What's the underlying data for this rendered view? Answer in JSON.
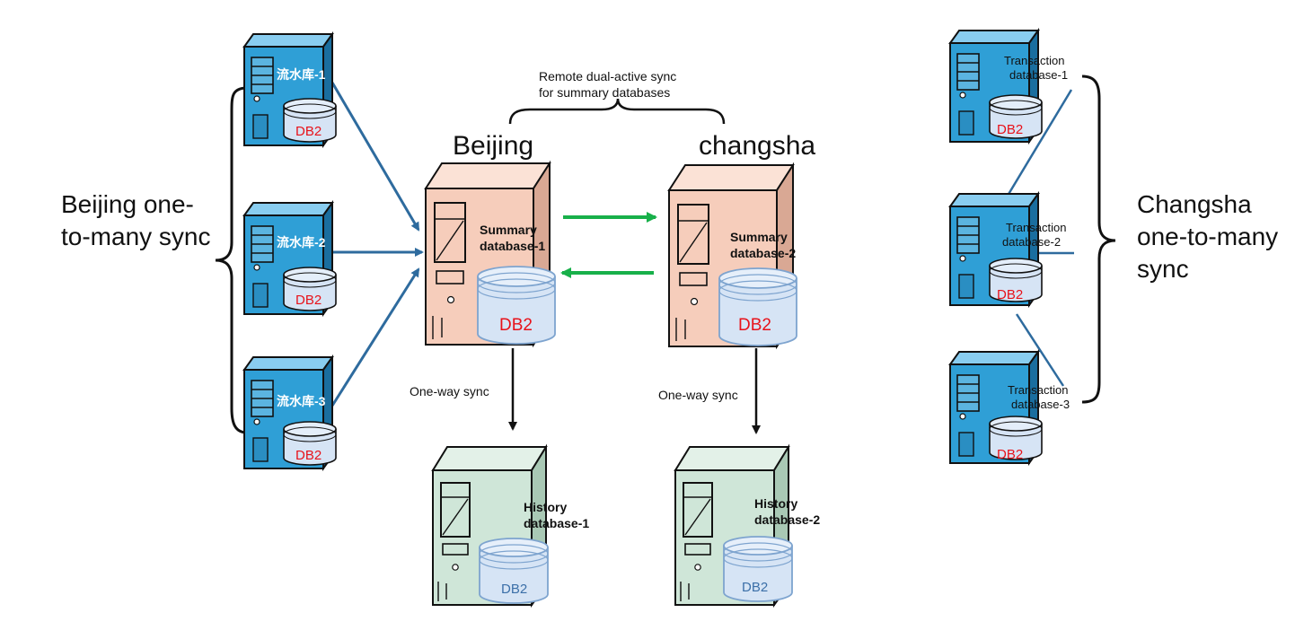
{
  "left_group": {
    "label": "Beijing one-to-many sync",
    "servers": [
      {
        "name": "流水库-1",
        "db": "DB2"
      },
      {
        "name": "流水库-2",
        "db": "DB2"
      },
      {
        "name": "流水库-3",
        "db": "DB2"
      }
    ]
  },
  "right_group": {
    "label": "Changsha one-to-many sync",
    "servers": [
      {
        "name_line1": "Transaction",
        "name_line2": "database-1",
        "db": "DB2"
      },
      {
        "name_line1": "Transaction",
        "name_line2": "database-2",
        "db": "DB2"
      },
      {
        "name_line1": "Transaction",
        "name_line2": "database-3",
        "db": "DB2"
      }
    ]
  },
  "dual_active": {
    "line1": "Remote dual-active sync",
    "line2": "for summary databases"
  },
  "sites": {
    "beijing": {
      "title": "Beijing",
      "summary_line1": "Summary",
      "summary_line2": "database-1",
      "db": "DB2",
      "one_way": "One-way sync",
      "history_line1": "History",
      "history_line2": "database-1",
      "history_db": "DB2"
    },
    "changsha": {
      "title": "changsha",
      "summary_line1": "Summary",
      "summary_line2": "database-2",
      "db": "DB2",
      "one_way": "One-way sync",
      "history_line1": "History",
      "history_line2": "database-2",
      "history_db": "DB2"
    }
  },
  "colors": {
    "blue_server": "#2f9fd6",
    "summary_server": "#f6cdbb",
    "history_server": "#cfe6d8",
    "db_cylinder": "#d6e4f5",
    "db2_red": "#e8121a",
    "db2_blue": "#3b6fa8",
    "arrow_blue": "#2e6b9e",
    "arrow_green": "#18b04a",
    "arrow_black": "#111111"
  }
}
